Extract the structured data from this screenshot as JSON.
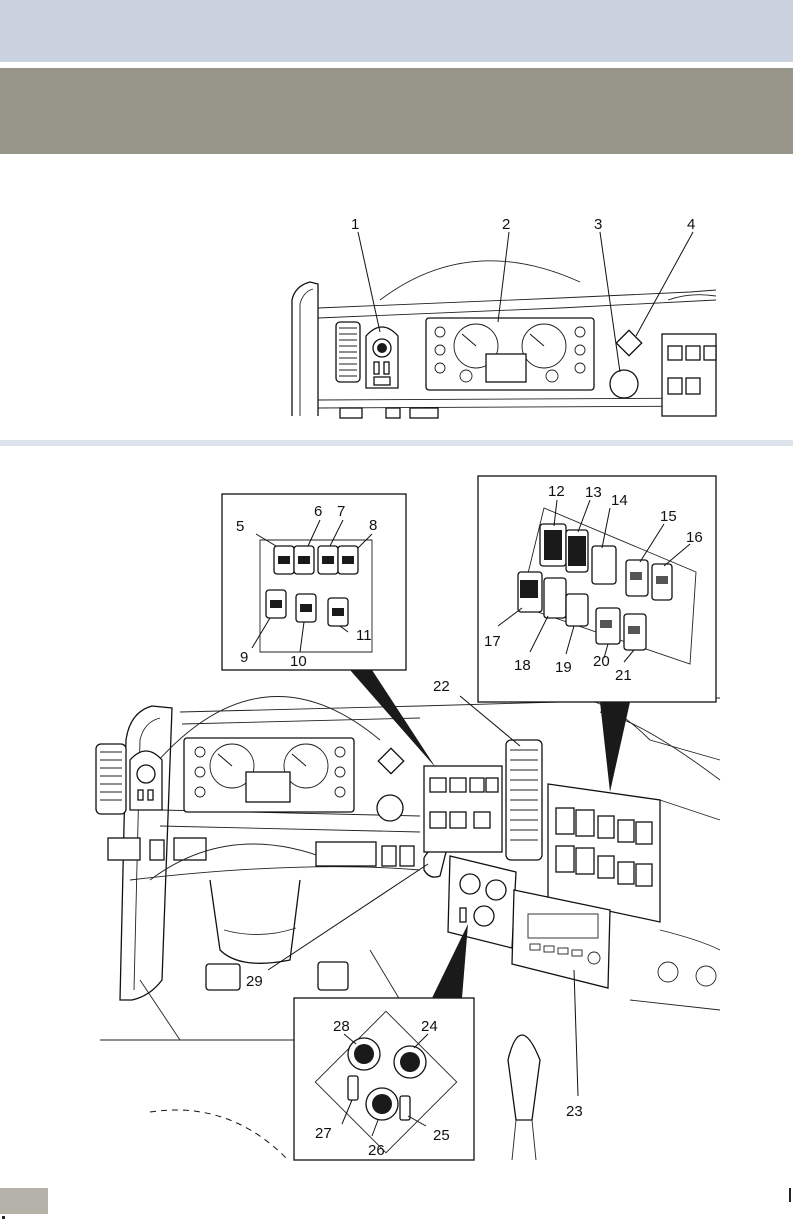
{
  "figure_top": {
    "callouts": [
      "1",
      "2",
      "3",
      "4"
    ]
  },
  "figure_main": {
    "callouts_left_panel": [
      "5",
      "6",
      "7",
      "8",
      "9",
      "10",
      "11"
    ],
    "callouts_right_panel": [
      "12",
      "13",
      "14",
      "15",
      "16",
      "17",
      "18",
      "19",
      "20",
      "21"
    ],
    "callouts_dash": [
      "22",
      "23",
      "29"
    ],
    "callouts_hvac_panel": [
      "24",
      "25",
      "26",
      "27",
      "28"
    ]
  }
}
